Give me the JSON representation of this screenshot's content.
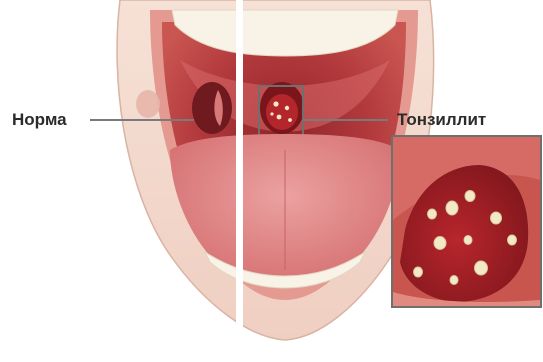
{
  "labels": {
    "normal": "Норма",
    "tonsillitis": "Тонзиллит"
  },
  "colors": {
    "background": "#ffffff",
    "skin": "#f2d9cc",
    "lip": "#e59c93",
    "mouth_interior": "#b33a3d",
    "throat": "#7d1c21",
    "tongue": "#e07d7e",
    "teeth": "#f8f3e6",
    "pus_spots": "#f3e9c6",
    "leader_line": "#7a7a7a"
  },
  "icons": {
    "divider": "vertical-divider-line",
    "inset": "tonsil-closeup-inset"
  }
}
